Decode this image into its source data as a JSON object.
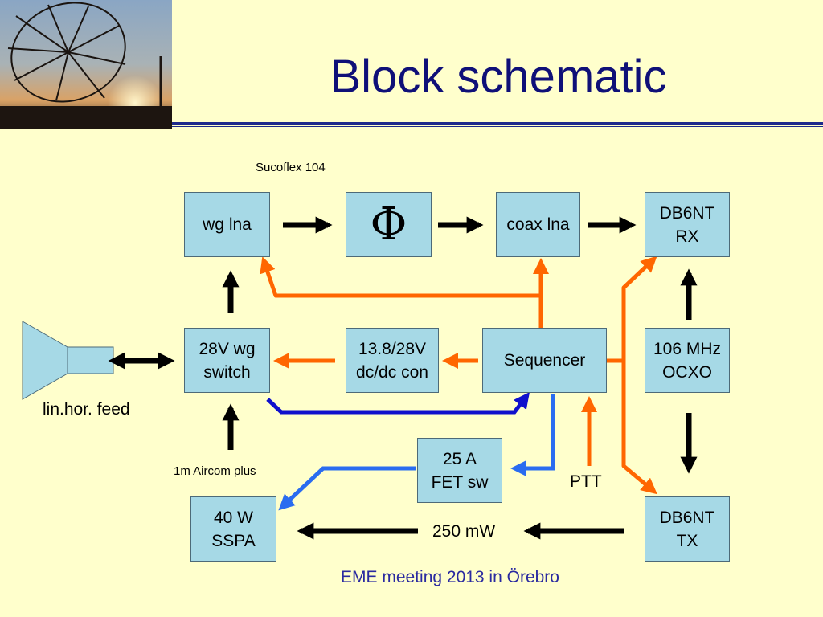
{
  "title": "Block schematic",
  "footer": "EME meeting 2013 in Örebro",
  "blocks": {
    "wg_lna": "wg lna",
    "phase_shifter_symbol": "Φ",
    "coax_lna": "coax lna",
    "db6nt_rx": "DB6NT\nRX",
    "wg_switch": "28V wg\nswitch",
    "dcdc": "13.8/28V\ndc/dc con",
    "sequencer": "Sequencer",
    "ocxo": "106 MHz\nOCXO",
    "fet_sw": "25 A\nFET sw",
    "sspa": "40 W\nSSPA",
    "db6nt_tx": "DB6NT\nTX"
  },
  "labels": {
    "sucoflex": "Sucoflex 104",
    "feed": "lin.hor. feed",
    "aircom": "1m Aircom plus",
    "ptt": "PTT",
    "power": "250 mW"
  },
  "colors": {
    "background": "#ffffcc",
    "title": "#0f1078",
    "block_fill": "#a6d9e6",
    "orange_wire": "#ff6600",
    "blue_wire_dark": "#1010cc",
    "blue_wire_light": "#2a6cf0",
    "footer_text": "#2a2aa0"
  }
}
